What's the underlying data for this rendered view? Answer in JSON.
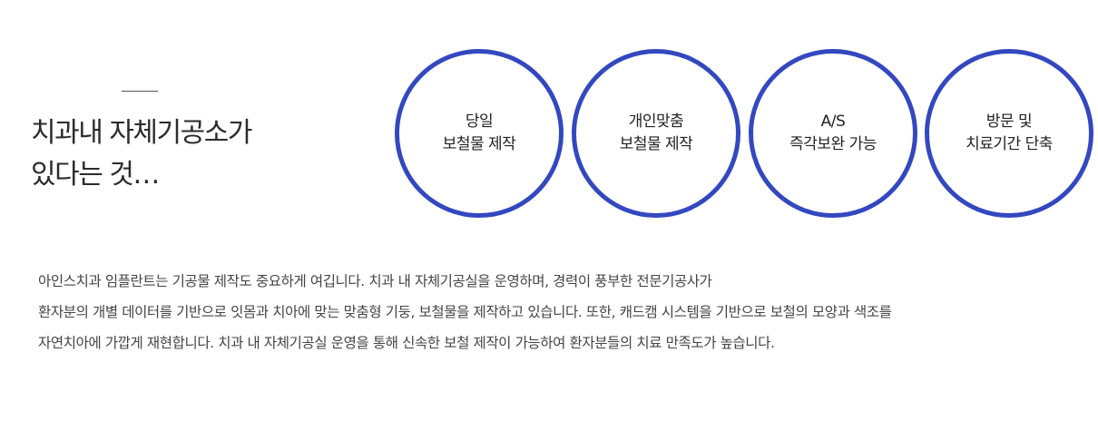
{
  "intro": {
    "title_lines": [
      "치과내 자체기공소가",
      "있다는 것…"
    ]
  },
  "circles": [
    {
      "lines": [
        "당일",
        "보철물 제작"
      ]
    },
    {
      "lines": [
        "개인맞춤",
        "보철물 제작"
      ]
    },
    {
      "lines": [
        "A/S",
        "즉각보완 가능"
      ]
    },
    {
      "lines": [
        "방문 및",
        "치료기간 단축"
      ]
    }
  ],
  "description": {
    "lines": [
      "아인스치과 임플란트는 기공물 제작도 중요하게 여깁니다. 치과 내 자체기공실을 운영하며, 경력이 풍부한 전문기공사가",
      "환자분의 개별 데이터를 기반으로 잇몸과 치아에 맞는 맞춤형 기둥, 보철물을 제작하고 있습니다. 또한, 캐드캠 시스템을 기반으로 보철의 모양과 색조를",
      "자연치아에 가깝게 재현합니다. 치과 내 자체기공실 운영을 통해 신속한 보철 제작이 가능하여 환자분들의 치료 만족도가 높습니다."
    ]
  },
  "colors": {
    "circle_border": "#3348c0",
    "text_primary": "#2b2b2b",
    "text_secondary": "#444444"
  }
}
